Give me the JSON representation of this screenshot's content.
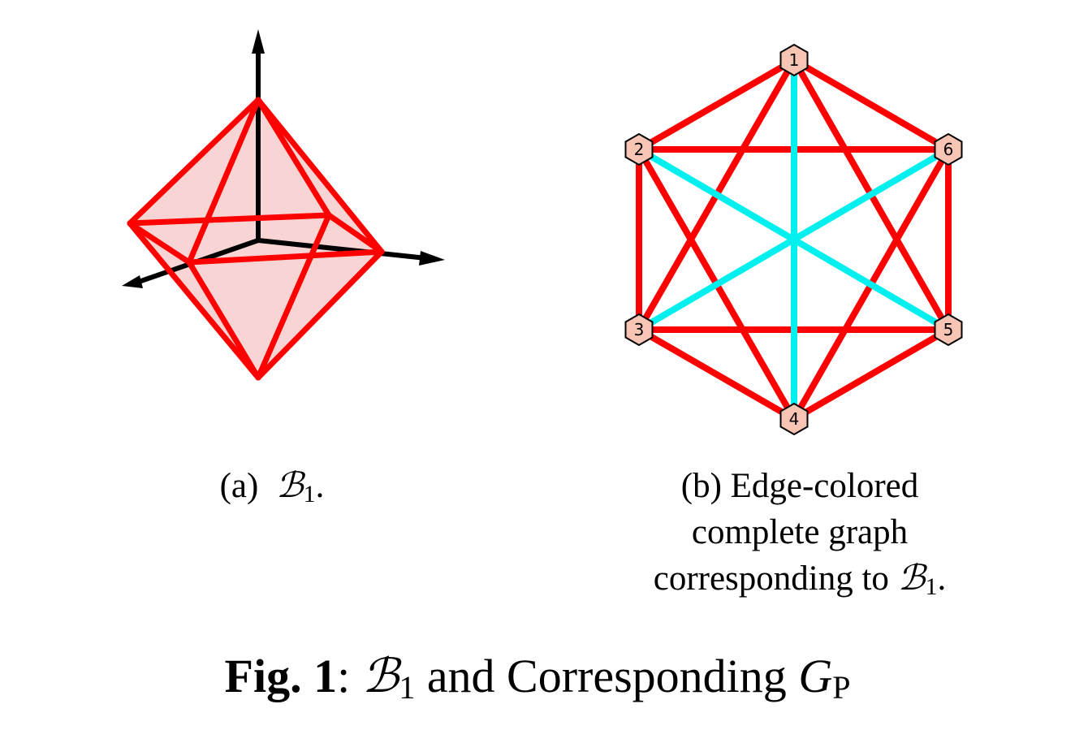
{
  "subfigure_a": {
    "label": "(a)",
    "symbol": "ℬ",
    "subscript": "1",
    "suffix": "."
  },
  "subfigure_b": {
    "line1": "(b) Edge-colored",
    "line2": "complete graph",
    "line3_prefix": "corresponding to ",
    "symbol": "ℬ",
    "subscript": "1",
    "suffix": "."
  },
  "graph": {
    "nodes": [
      {
        "id": "1",
        "label": "1"
      },
      {
        "id": "2",
        "label": "2"
      },
      {
        "id": "3",
        "label": "3"
      },
      {
        "id": "4",
        "label": "4"
      },
      {
        "id": "5",
        "label": "5"
      },
      {
        "id": "6",
        "label": "6"
      }
    ],
    "red_edges": [
      [
        "1",
        "2"
      ],
      [
        "1",
        "3"
      ],
      [
        "1",
        "5"
      ],
      [
        "1",
        "6"
      ],
      [
        "2",
        "3"
      ],
      [
        "2",
        "4"
      ],
      [
        "2",
        "6"
      ],
      [
        "3",
        "4"
      ],
      [
        "3",
        "5"
      ],
      [
        "4",
        "5"
      ],
      [
        "4",
        "6"
      ],
      [
        "5",
        "6"
      ]
    ],
    "cyan_edges": [
      [
        "1",
        "4"
      ],
      [
        "2",
        "5"
      ],
      [
        "3",
        "6"
      ]
    ],
    "colors": {
      "red": "#ff0000",
      "cyan": "#00f0f0",
      "node_fill": "#f8c4b4",
      "octahedron_fill": "#f8d0d0",
      "axis": "#000000"
    }
  },
  "main_caption": {
    "fig_label": "Fig. 1",
    "separator": ":",
    "symbol": "ℬ",
    "subscript": "1",
    "text": " and Corresponding ",
    "g_symbol": "G",
    "g_subscript": "P"
  }
}
